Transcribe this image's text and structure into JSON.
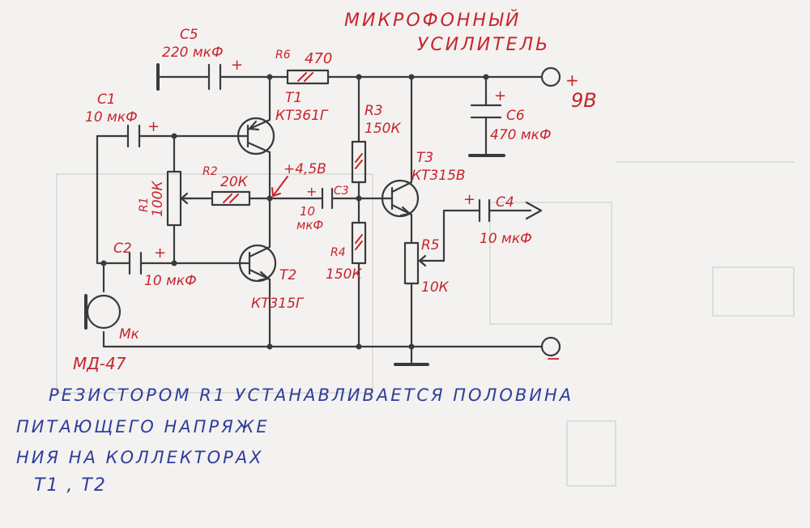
{
  "title": {
    "line1": "МИКРОФОННЫЙ",
    "line2": "УСИЛИТЕЛЬ"
  },
  "components": {
    "c5": {
      "ref": "C5",
      "value": "220 мкФ",
      "polarity": "+"
    },
    "c1": {
      "ref": "C1",
      "value": "10 мкФ",
      "polarity": "+"
    },
    "c2": {
      "ref": "C2",
      "value": "10 мкФ",
      "polarity": "+"
    },
    "c3": {
      "ref": "C3",
      "value_line1": "10",
      "value_line2": "мкФ",
      "polarity": "+"
    },
    "c4": {
      "ref": "C4",
      "value": "10 мкФ",
      "polarity": "+"
    },
    "c6": {
      "ref": "C6",
      "value": "470 мкФ",
      "polarity": "+"
    },
    "r1": {
      "ref": "R1",
      "value": "100К"
    },
    "r2": {
      "ref": "R2",
      "value": "20К"
    },
    "r3": {
      "ref": "R3",
      "value": "150К"
    },
    "r4": {
      "ref": "R4",
      "value": "150К"
    },
    "r5": {
      "ref": "R5",
      "value": "10К"
    },
    "r6": {
      "ref": "R6",
      "value": "470"
    },
    "t1": {
      "ref": "T1",
      "type": "КТ361Г"
    },
    "t2": {
      "ref": "T2",
      "type": "КТ315Г"
    },
    "t3": {
      "ref": "T3",
      "type": "КТ315В"
    },
    "mic": {
      "ref": "Мк",
      "type": "МД-47"
    }
  },
  "supply": {
    "plus_sign": "+",
    "voltage": "9В",
    "minus_sign": "−",
    "midpoint": "+4,5В"
  },
  "note": {
    "line1": "РЕЗИСТОРОМ R1 УСТАНАВЛИВАЕТСЯ ПОЛОВИНА",
    "line2": "ПИТАЮЩЕГО НАПРЯЖЕ",
    "line3": "НИЯ НА КОЛЛЕКТОРАХ",
    "line4": "Т1 , Т2"
  },
  "colors": {
    "wire": "#3a3a3a",
    "label_red": "#c8232c",
    "note_blue": "#2e3d9a",
    "paper": "#f3f2f0"
  }
}
